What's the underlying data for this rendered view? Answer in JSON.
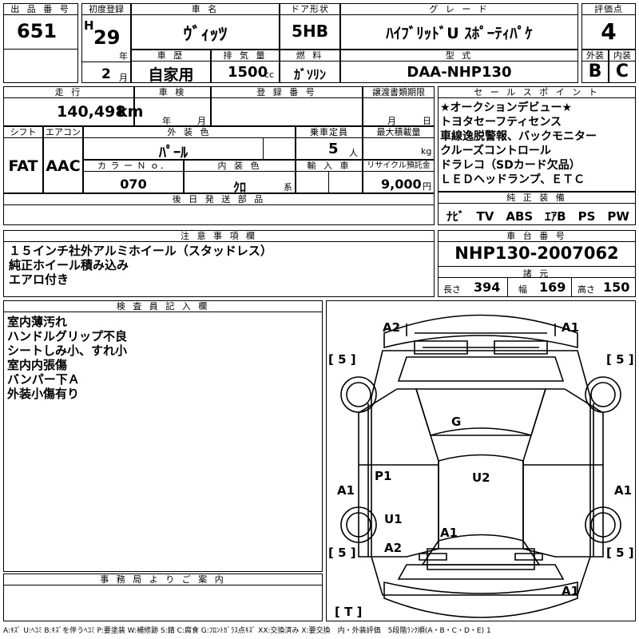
{
  "header": {
    "lot_label": "出 品 番 号",
    "lot": "651",
    "reg_label": "初度登録",
    "era": "H",
    "year": "29",
    "year_unit": "年",
    "month": "2",
    "month_unit": "月",
    "name_label": "車 名",
    "name": "ｳﾞｨｯﾂ",
    "door_label": "ドア形状",
    "door": "5HB",
    "grade_label": "グ レ ー ド",
    "grade": "ﾊｲﾌﾞﾘｯﾄﾞU ｽﾎﾟｰﾃｨﾊﾟｹ",
    "score_label": "評価点",
    "score": "4",
    "history_label": "車 歴",
    "history": "自家用",
    "disp_label": "排 気 量",
    "disp": "1500",
    "disp_unit": "cc",
    "fuel_label": "燃 料",
    "fuel": "ｶﾞｿﾘﾝ",
    "model_label": "型 式",
    "model": "DAA-NHP130",
    "ext_label": "外装",
    "ext": "B",
    "int_label": "内装",
    "int": "C"
  },
  "row2": {
    "mileage_label": "走 行",
    "mileage": "140,498",
    "mileage_unit": "km",
    "inspect_label": "車 検",
    "inspect_year": "年",
    "inspect_month": "月",
    "regno_label": "登 録 番 号",
    "transfer_label": "譲渡書類期限",
    "transfer_month": "月",
    "transfer_day": "日",
    "shift_label": "シフト",
    "shift": "FAT",
    "ac_label": "エアコン",
    "ac": "AAC",
    "color_label": "外 装 色",
    "color": "ﾊﾟｰﾙ",
    "cap_label": "乗車定員",
    "cap": "5",
    "cap_unit": "人",
    "load_label": "最大積載量",
    "load_unit": "kg",
    "colorno_label": "カ ラ ー Ｎ ｏ．",
    "colorno": "070",
    "intcolor_label": "内 装 色",
    "intcolor": "ｸﾛ",
    "intcolor_unit": "系",
    "import_label": "輸 入 車",
    "recycle_label": "リサイクル預託金",
    "recycle": "9,000",
    "recycle_unit": "円",
    "later_label": "後 日 発 送 部 品"
  },
  "sales": {
    "label": "セ ー ル ス ポ イ ン ト",
    "lines": [
      "★オークションデビュー★",
      "トヨタセーフティセンス",
      "車線逸脱警報、バックモニター",
      "クルーズコントロール",
      "ドラレコ（SDカード欠品）",
      "ＬＥＤヘッドランプ、ＥＴＣ"
    ]
  },
  "equip": {
    "label": "純 正 装 備",
    "items": "ﾅﾋﾞ　TV　ABS　ｴｱB　PS　PW"
  },
  "notes": {
    "label": "注 意 事 項 欄",
    "lines": [
      "１５インチ社外アルミホイール（スタッドレス）",
      "純正ホイール積み込み",
      "エアロ付き"
    ]
  },
  "chassis": {
    "label": "車 台 番 号",
    "number": "NHP130-2007062",
    "dims_label": "諸 元",
    "len_label": "長さ",
    "len": "394",
    "wid_label": "幅",
    "wid": "169",
    "hgt_label": "高さ",
    "hgt": "150"
  },
  "inspector": {
    "label": "検 査 員 記 入 欄",
    "lines": [
      "室内薄汚れ",
      "ハンドルグリップ不良",
      "シートしみ小、すれ小",
      "室内内張傷",
      "バンパー下Ａ",
      "外装小傷有り"
    ]
  },
  "office": {
    "label": "事 務 局 よ り ご 案 内"
  },
  "diagram": {
    "codes": {
      "a2_top": "A2",
      "a1_top": "A1",
      "g": "G",
      "p1": "P1",
      "u2": "U2",
      "a1_left": "A1",
      "a1_right": "A1",
      "u1": "U1",
      "a1_center": "A1",
      "a2_bottom": "A2",
      "a1_bottom": "A1"
    },
    "tire_fl": "[ 5 ]",
    "tire_fr": "[ 5 ]",
    "tire_rl": "[ 5 ]",
    "tire_rr": "[ 5 ]",
    "trunk": "[ T ]"
  },
  "legend": "A:ｷｽﾞ U:ﾍｺﾐ B:ｷｽﾞを伴うﾍｺﾐ P:要塗装 W:補修跡 S:錆 C:腐食 G:ﾌﾛﾝﾄｶﾞﾗｽ点ｷｽﾞ XX:交換済み X:要交換　内・外装評価　5段階ﾗﾝｸ順(A・B・C・D・E) 1"
}
